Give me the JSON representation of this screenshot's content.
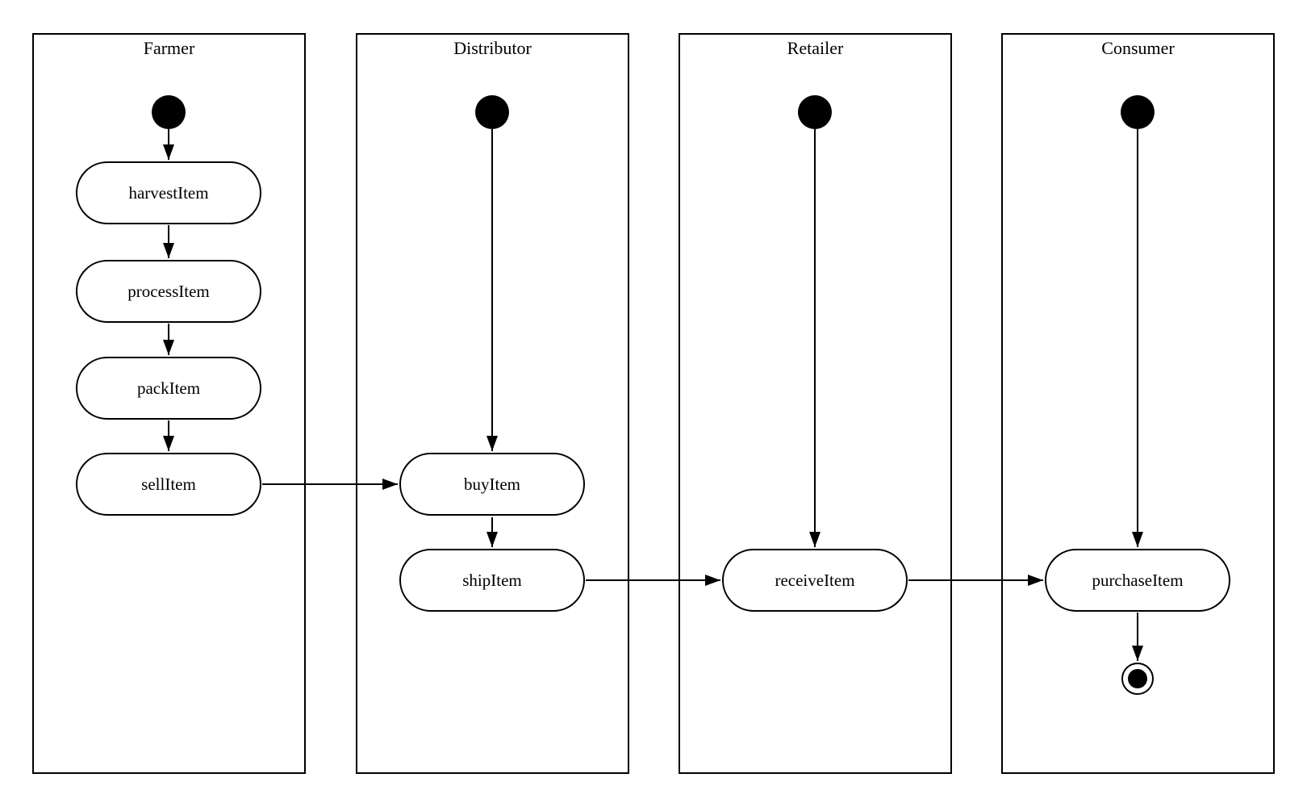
{
  "diagram": {
    "type": "uml-activity-swimlane-diagram",
    "colors": {
      "background": "#ffffff",
      "line": "#000000",
      "node_border": "#000000",
      "node_fill": "#ffffff",
      "text": "#000000"
    },
    "lanes": [
      {
        "title": "Farmer",
        "start_node": "initial",
        "actions": [
          "harvestItem",
          "processItem",
          "packItem",
          "sellItem"
        ]
      },
      {
        "title": "Distributor",
        "start_node": "initial",
        "actions": [
          "buyItem",
          "shipItem"
        ]
      },
      {
        "title": "Retailer",
        "start_node": "initial",
        "actions": [
          "receiveItem"
        ]
      },
      {
        "title": "Consumer",
        "start_node": "initial",
        "end_node": "final",
        "actions": [
          "purchaseItem"
        ]
      }
    ],
    "connections": [
      {
        "from": "Farmer.initial",
        "to": "harvestItem"
      },
      {
        "from": "harvestItem",
        "to": "processItem"
      },
      {
        "from": "processItem",
        "to": "packItem"
      },
      {
        "from": "packItem",
        "to": "sellItem"
      },
      {
        "from": "sellItem",
        "to": "buyItem"
      },
      {
        "from": "Distributor.initial",
        "to": "buyItem"
      },
      {
        "from": "buyItem",
        "to": "shipItem"
      },
      {
        "from": "shipItem",
        "to": "receiveItem"
      },
      {
        "from": "Retailer.initial",
        "to": "receiveItem"
      },
      {
        "from": "receiveItem",
        "to": "purchaseItem"
      },
      {
        "from": "Consumer.initial",
        "to": "purchaseItem"
      },
      {
        "from": "purchaseItem",
        "to": "Consumer.final"
      }
    ]
  }
}
